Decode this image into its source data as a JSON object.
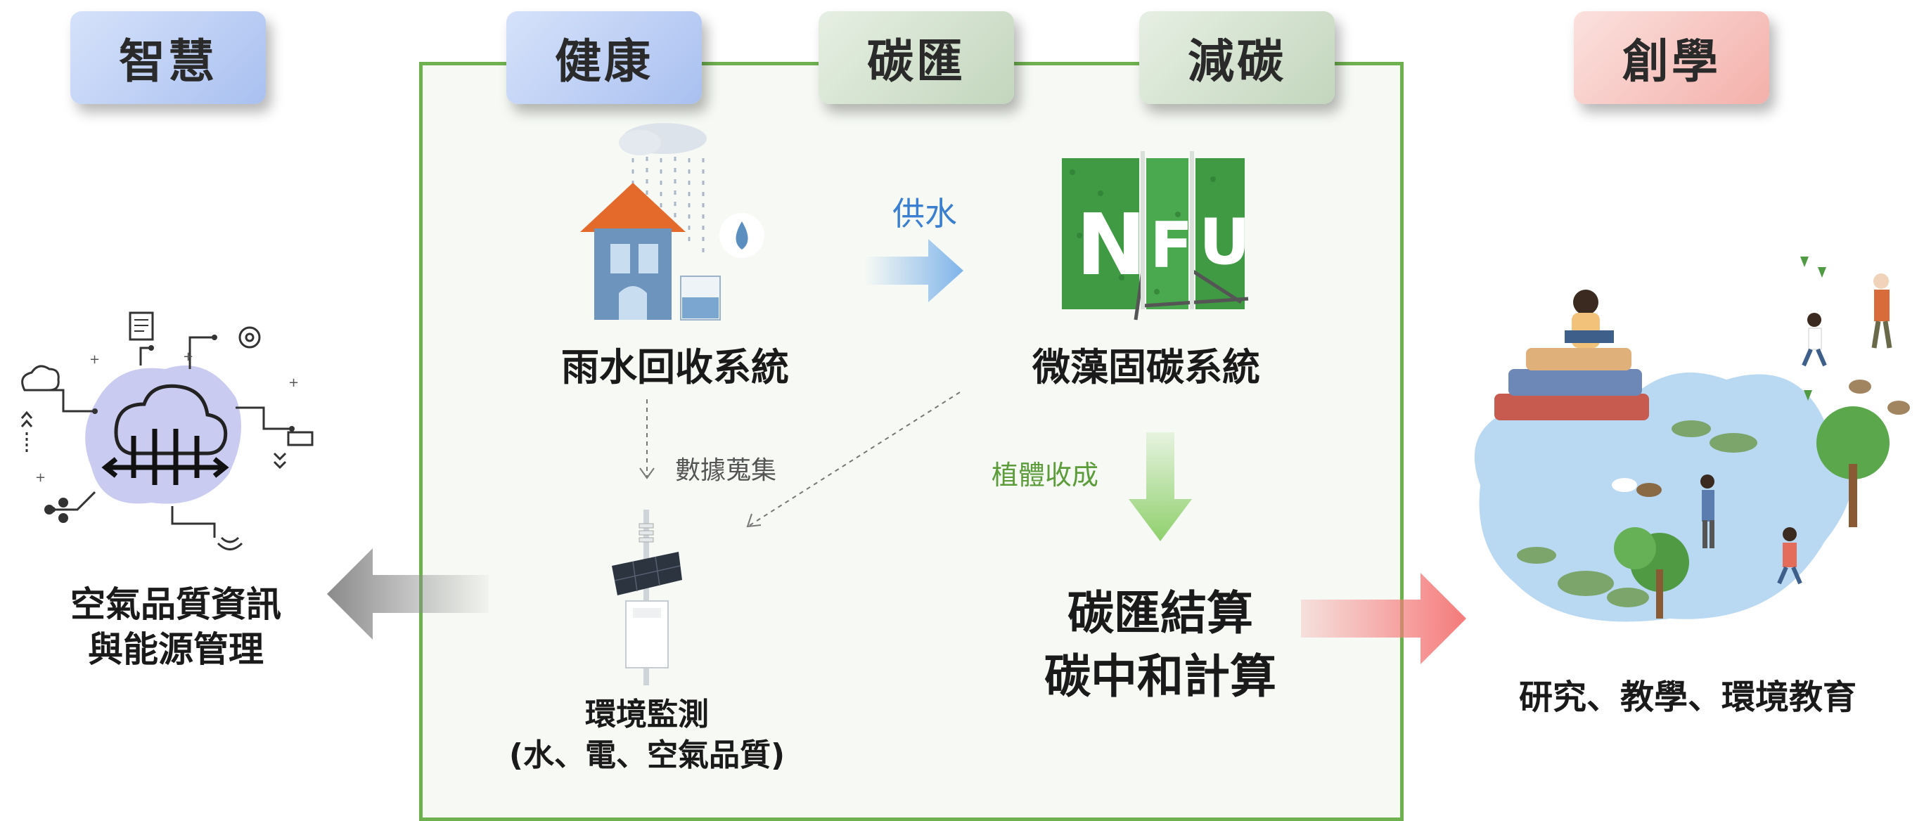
{
  "tags": {
    "smart": "智慧",
    "health": "健康",
    "carbon_sink": "碳匯",
    "carbon_reduction": "減碳",
    "innovation": "創學"
  },
  "nodes": {
    "rainwater": "雨水回收系統",
    "algae": "微藻固碳系統",
    "monitor_line1": "環境監測",
    "monitor_line2": "(水、電、空氣品質)",
    "carbon_calc_line1": "碳匯結算",
    "carbon_calc_line2": "碳中和計算",
    "air_line1": "空氣品質資訊",
    "air_line2": "與能源管理",
    "outcome": "研究、教學、環境教育",
    "algae_wall_letters": "NFU"
  },
  "arrows": {
    "water_supply": "供水",
    "data_collection": "數據蒐集",
    "harvest": "植體收成"
  },
  "colors": {
    "panel_border": "#6fb14f",
    "arrow_blue": "#7fb4ea",
    "arrow_green": "#8fd06c",
    "arrow_pink": "#f47a7a",
    "arrow_gray": "#8a8a8a"
  }
}
